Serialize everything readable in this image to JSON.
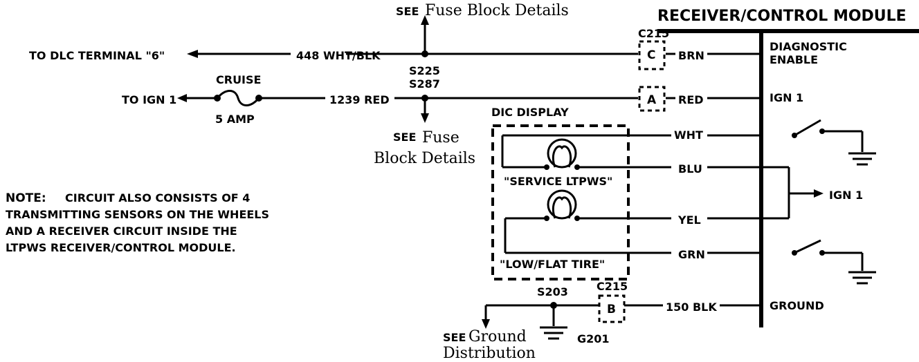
{
  "module": {
    "title": "RECEIVER/CONTROL MODULE",
    "pins": {
      "diag_line1": "DIAGNOSTIC",
      "diag_line2": "ENABLE",
      "ign": "IGN 1",
      "ground": "GROUND"
    }
  },
  "wires": {
    "dlc": "TO DLC TERMINAL \"6\"",
    "wht_blk": "448 WHT/BLK",
    "ign_to": "TO IGN 1",
    "red_1239": "1239 RED",
    "brn": "BRN",
    "red": "RED",
    "wht": "WHT",
    "blu": "BLU",
    "yel": "YEL",
    "grn": "GRN",
    "blk_150": "150 BLK",
    "ign_out": "IGN 1"
  },
  "fuse": {
    "name": "CRUISE",
    "rating": "5 AMP"
  },
  "splices": {
    "s225": "S225",
    "s287": "S287",
    "s203": "S203"
  },
  "connectors": {
    "c215_top": "C215",
    "c215_bottom": "C215",
    "pin_c": "C",
    "pin_a": "A",
    "pin_b": "B"
  },
  "references": {
    "see": "SEE",
    "fuse_top": "Fuse Block Details",
    "fuse_mid_line1": "Fuse",
    "fuse_mid_line2": "Block Details",
    "ground_line1": "Ground",
    "ground_line2": "Distribution",
    "g201": "G201"
  },
  "dic": {
    "title": "DIC DISPLAY",
    "lamp1": "\"SERVICE LTPWS\"",
    "lamp2": "\"LOW/FLAT TIRE\""
  },
  "note": {
    "line1_head": "NOTE:",
    "line1": "CIRCUIT ALSO CONSISTS OF 4",
    "line2": "TRANSMITTING SENSORS ON THE WHEELS",
    "line3": "AND A RECEIVER CIRCUIT INSIDE THE",
    "line4": "LTPWS RECEIVER/CONTROL MODULE."
  }
}
